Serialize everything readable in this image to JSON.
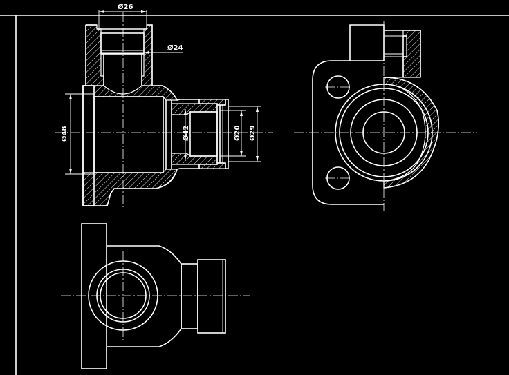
{
  "dimensions": {
    "d26": "Ø26",
    "d24": "Ø24",
    "d48": "Ø48",
    "d42": "Ø42",
    "d20": "Ø20",
    "d29": "Ø29"
  },
  "colors": {
    "background": "#000000",
    "lines": "#ffffff"
  }
}
